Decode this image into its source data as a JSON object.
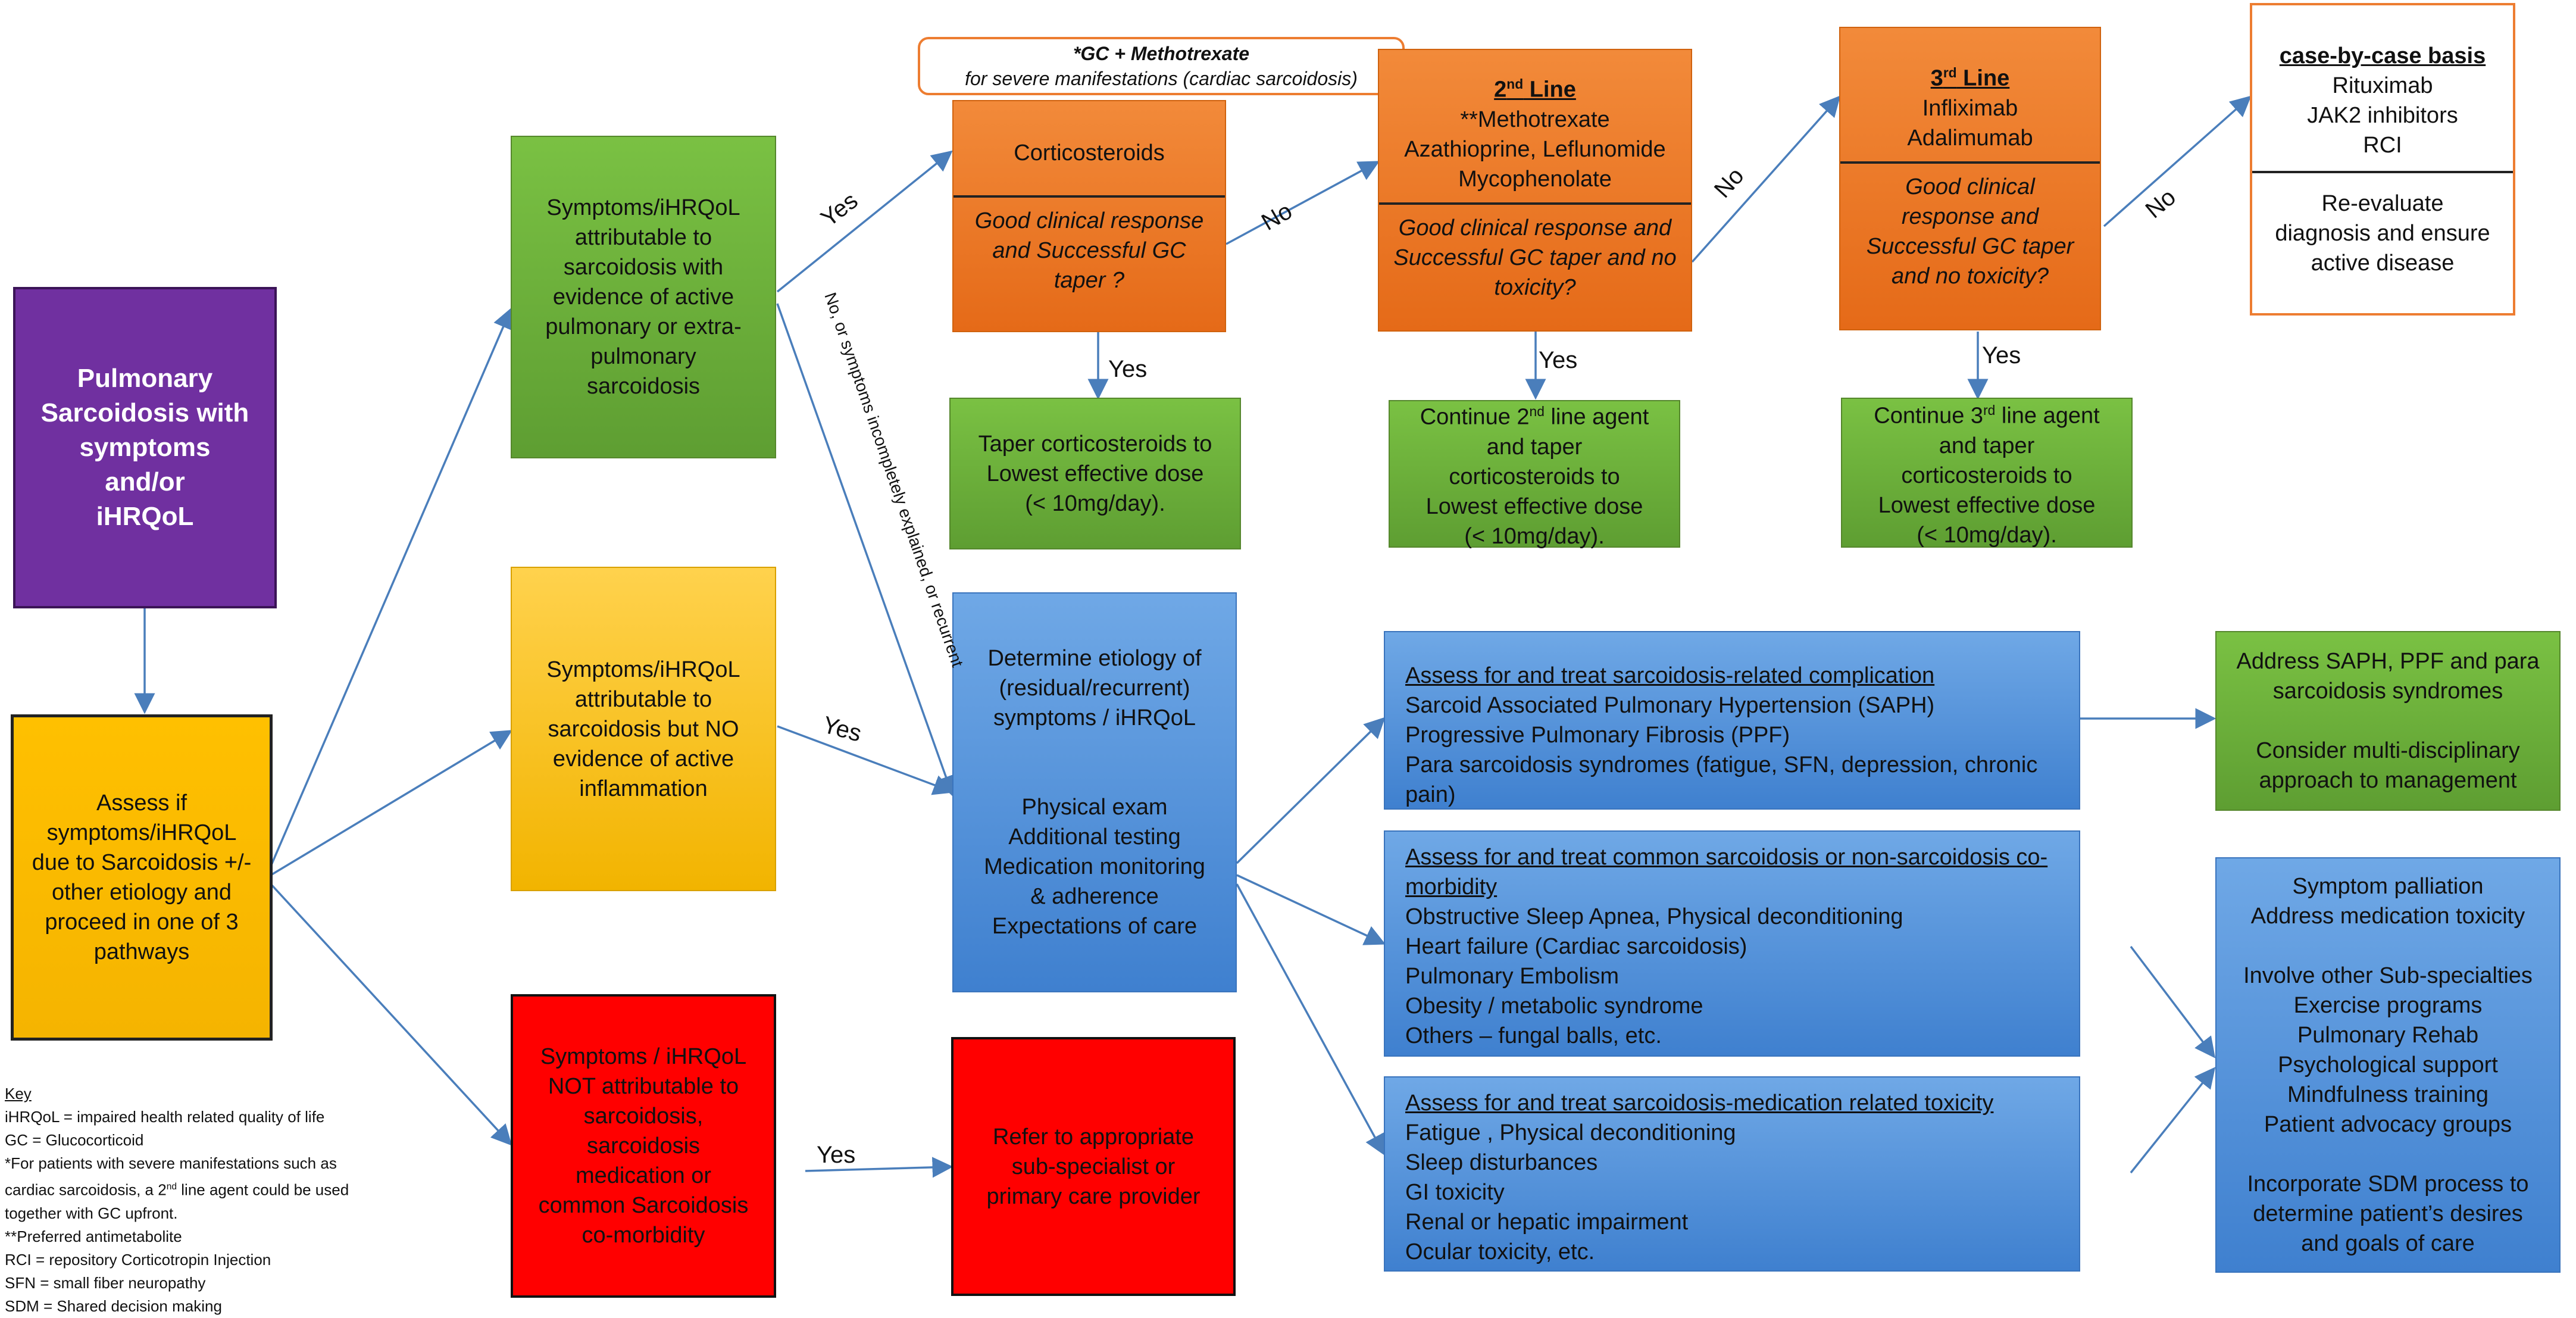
{
  "start": {
    "title": [
      "Pulmonary",
      "Sarcoidosis with",
      "symptoms",
      "and/or",
      "iHRQoL"
    ]
  },
  "assess": {
    "lines": [
      "Assess if",
      "symptoms/iHRQoL",
      "due to Sarcoidosis +/-",
      "other etiology and",
      "proceed in one of 3",
      "pathways"
    ]
  },
  "green_path": {
    "lines": [
      "Symptoms/iHRQoL",
      "attributable to",
      "sarcoidosis with",
      "evidence of active",
      "pulmonary or extra-",
      "pulmonary",
      "sarcoidosis"
    ]
  },
  "yellow_path": {
    "lines": [
      "Symptoms/iHRQoL",
      "attributable to",
      "sarcoidosis but NO",
      "evidence of active",
      "inflammation"
    ]
  },
  "red_path": {
    "lines": [
      "Symptoms / iHRQoL",
      "NOT attributable to",
      "sarcoidosis,",
      "sarcoidosis",
      "medication or",
      "common Sarcoidosis",
      "co-morbidity"
    ]
  },
  "gc_note": {
    "line1": "*GC + Methotrexate",
    "line2": "for severe  manifestations  (cardiac sarcoidosis)"
  },
  "cortico": {
    "title": "Corticosteroids",
    "question": [
      "Good clinical response",
      "and Successful GC",
      "taper ?"
    ]
  },
  "second_line": {
    "title": "2nd Line",
    "drugs": [
      "**Methotrexate",
      "Azathioprine, Leflunomide",
      "Mycophenolate"
    ],
    "question": [
      "Good clinical response and",
      "Successful GC taper and no",
      "toxicity?"
    ]
  },
  "third_line": {
    "title": "3rd Line",
    "drugs": [
      "Infliximab",
      "Adalimumab"
    ],
    "question": [
      "Good clinical",
      "response and",
      "Successful GC taper",
      "and no toxicity?"
    ]
  },
  "case_by_case": {
    "title": "case-by-case basis",
    "drugs": [
      "Rituximab",
      "JAK2 inhibitors",
      "RCI"
    ],
    "note": [
      "Re-evaluate",
      "diagnosis and ensure",
      "active disease"
    ]
  },
  "taper_box": {
    "lines": [
      "Taper corticosteroids to",
      "Lowest effective dose",
      "(< 10mg/day)."
    ]
  },
  "continue2": {
    "lines": [
      "Continue 2nd line agent",
      "and taper",
      "corticosteroids to",
      "Lowest effective dose",
      "(< 10mg/day)."
    ]
  },
  "continue3": {
    "lines": [
      "Continue 3rd line agent",
      "and taper",
      "corticosteroids to",
      "Lowest effective dose",
      "(< 10mg/day)."
    ]
  },
  "etiology": {
    "lines": [
      "Determine etiology of",
      "(residual/recurrent)",
      "symptoms / iHRQoL",
      "",
      "",
      "Physical exam",
      "Additional testing",
      "Medication monitoring",
      "& adherence",
      "Expectations of care"
    ]
  },
  "complication": {
    "heading": "Assess for and treat sarcoidosis-related complication",
    "items": [
      "Sarcoid Associated Pulmonary Hypertension (SAPH)",
      "Progressive Pulmonary Fibrosis (PPF)",
      "Para sarcoidosis syndromes (fatigue, SFN, depression, chronic pain)"
    ]
  },
  "comorbidity": {
    "heading": "Assess for and treat common sarcoidosis or non-sarcoidosis co-morbidity",
    "items": [
      "Obstructive Sleep Apnea, Physical deconditioning",
      "Heart failure (Cardiac sarcoidosis)",
      "Pulmonary Embolism",
      "Obesity / metabolic syndrome",
      "Others – fungal balls, etc."
    ]
  },
  "toxicity": {
    "heading": "Assess for and treat sarcoidosis-medication related toxicity",
    "items": [
      "Fatigue , Physical deconditioning",
      "Sleep disturbances",
      "GI toxicity",
      "Renal or hepatic impairment",
      "Ocular toxicity, etc."
    ]
  },
  "address": {
    "lines": [
      "Address SAPH, PPF and para",
      "sarcoidosis syndromes",
      "",
      "Consider multi-disciplinary",
      "approach to management"
    ]
  },
  "palliation": {
    "lines": [
      "Symptom palliation",
      "Address medication toxicity",
      "",
      "Involve other Sub-specialties",
      "Exercise programs",
      "Pulmonary Rehab",
      "Psychological support",
      "Mindfulness training",
      "Patient advocacy groups",
      "",
      "Incorporate SDM process to",
      "determine patient’s desires",
      "and goals of care"
    ]
  },
  "refer": {
    "lines": [
      "Refer to appropriate",
      "sub-specialist or",
      "primary care provider"
    ]
  },
  "labels": {
    "yes": "Yes",
    "no": "No",
    "diag": "No, or symptoms incompletely explained, or recurrent"
  },
  "key": {
    "title": "Key",
    "lines": [
      "iHRQoL = impaired health related quality of life",
      "GC = Glucocorticoid",
      "*For patients with severe manifestations such as",
      "cardiac sarcoidosis, a 2nd line agent could be used",
      "together with GC upfront.",
      "**Preferred antimetabolite",
      "RCI = repository Corticotropin Injection",
      "SFN = small fiber neuropathy",
      "SDM = Shared decision making"
    ]
  }
}
